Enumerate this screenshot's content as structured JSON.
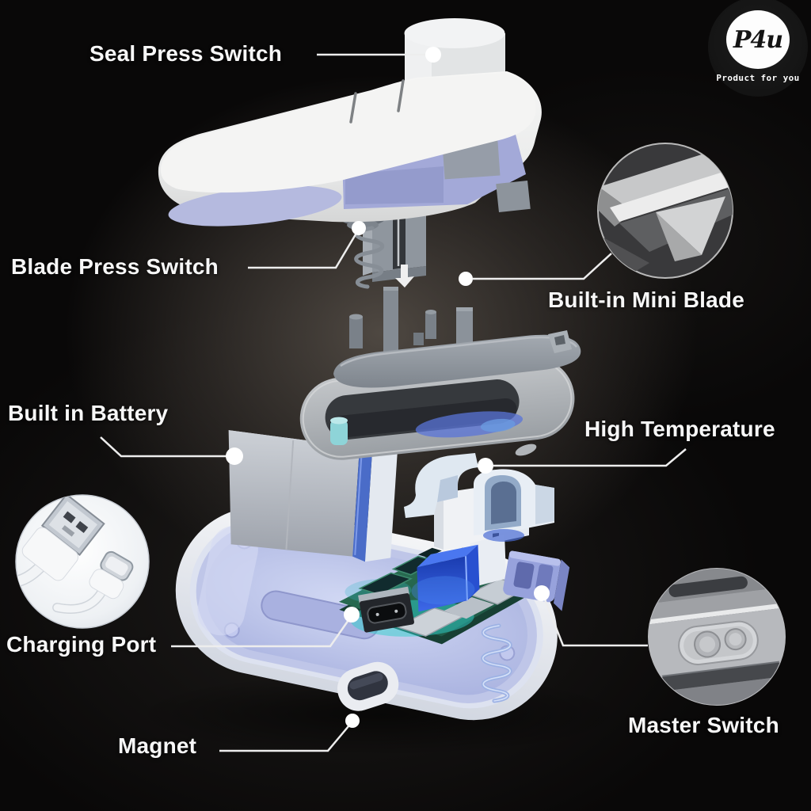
{
  "page": {
    "background": "#090808"
  },
  "logo": {
    "brand": "P4u",
    "tagline": "Product for you"
  },
  "labels": [
    {
      "id": "seal-press-switch",
      "text": "Seal Press Switch"
    },
    {
      "id": "blade-press-switch",
      "text": "Blade Press Switch"
    },
    {
      "id": "built-in-mini-blade",
      "text": "Built-in Mini Blade"
    },
    {
      "id": "built-in-battery",
      "text": "Built in Battery"
    },
    {
      "id": "high-temperature",
      "text": "High Temperature"
    },
    {
      "id": "charging-port",
      "text": "Charging Port"
    },
    {
      "id": "magnet",
      "text": "Magnet"
    },
    {
      "id": "master-switch",
      "text": "Master Switch"
    }
  ],
  "callouts": [
    {
      "id": "mini-blade-detail",
      "icon": "blade-closeup-icon"
    },
    {
      "id": "charging-cable-detail",
      "icon": "usb-cables-icon"
    },
    {
      "id": "master-switch-detail",
      "icon": "switch-closeup-icon"
    }
  ],
  "colors": {
    "label_text": "#f7f7f7",
    "leader_line": "#ededed",
    "accent_blue": "#3d68e8",
    "pcb_green": "#2a6e52",
    "glow_teal": "#2fd0cc",
    "lavender": "#b5badf"
  }
}
